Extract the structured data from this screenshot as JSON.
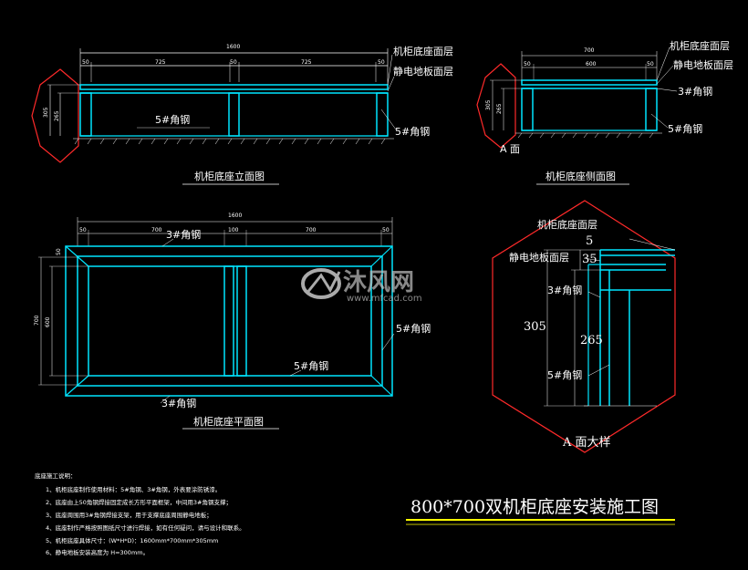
{
  "colors": {
    "background": "#000000",
    "structure": "#00e5ff",
    "dimension": "#ffffff",
    "highlight": "#ff2a2a",
    "title_underline": "#ffff00"
  },
  "elevation_view": {
    "title": "机柜底座立面图",
    "dim_total": "1600",
    "dim_segments": [
      "50",
      "725",
      "50",
      "725",
      "50"
    ],
    "dim_height_outer": "305",
    "dim_height_inner": "265",
    "label_floor": "机柜底座面层",
    "label_static": "静电地板面层",
    "label_steel5_inner": "5#角钢",
    "label_steel5_right": "5#角钢"
  },
  "side_view": {
    "title": "机柜底座侧面图",
    "dim_total": "700",
    "dim_segments": [
      "50",
      "600",
      "50"
    ],
    "dim_height_outer": "305",
    "dim_height_inner": "265",
    "label_floor": "机柜底座面层",
    "label_static": "静电地板面层",
    "label_steel3": "3#角钢",
    "label_steel5": "5#角钢",
    "label_a_face": "A 面"
  },
  "plan_view": {
    "title": "机柜底座平面图",
    "dim_total": "1600",
    "dim_segments": [
      "50",
      "700",
      "100",
      "700",
      "50"
    ],
    "dim_height_outer": "700",
    "dim_height_inner": "600",
    "dim_height_edge": "50",
    "label_steel3_top": "3#角钢",
    "label_steel5_right": "5#角钢",
    "label_steel5_bottom": "5#角钢",
    "label_steel3_bottom": "3#角钢"
  },
  "detail_view": {
    "title": "A 面大样",
    "label_floor": "机柜底座面层",
    "label_static": "静电地板面层",
    "dim_5": "5",
    "dim_35": "35",
    "dim_305": "305",
    "dim_265": "265",
    "label_steel3": "3#角钢",
    "label_steel5": "5#角钢"
  },
  "watermark": {
    "brand": "沐风网",
    "url": "www.mfcad.com"
  },
  "notes": {
    "heading": "底座施工说明：",
    "items": [
      "1、机柜底座制作使用材料：5#角钢、3#角钢，外表要涂防锈漆。",
      "2、底座由上50角钢焊接固定成长方形平面框架，中间用3#角钢支撑；",
      "3、底座周围用3#角钢焊接支架，用于支撑底座周围静电地板；",
      "4、底座制作严格按照图纸尺寸进行焊接，如有任何疑问，请与设计和联系。",
      "5、机柜底座具体尺寸：(W*H*D)：1600mm*700mm*305mm",
      "6、静电地板安装高度为 H=300mm。"
    ]
  },
  "main_title": "800*700双机柜底座安装施工图"
}
